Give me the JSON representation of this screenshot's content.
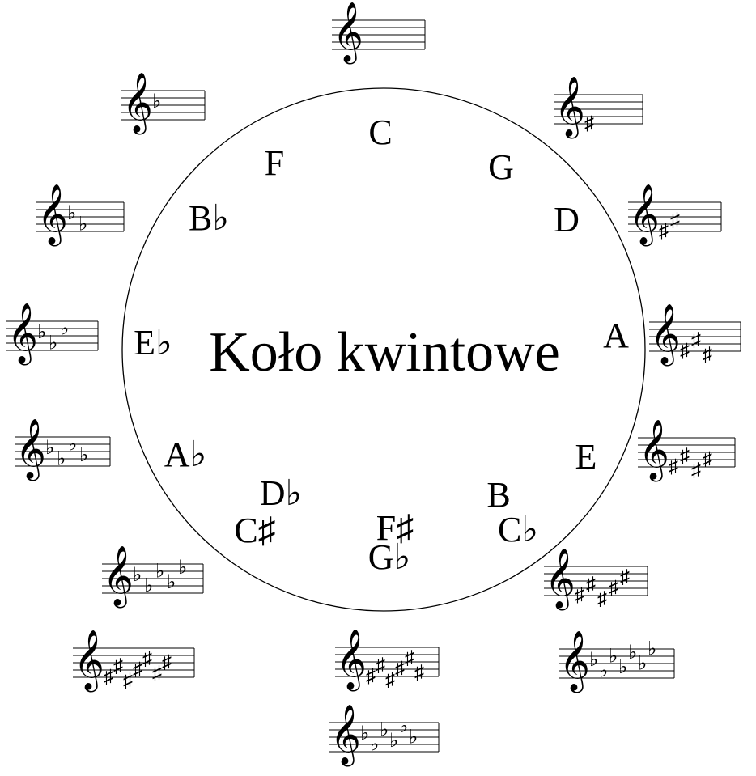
{
  "title": "Koło kwintowe",
  "circle": {
    "stroke": "#000000",
    "fill": "#ffffff"
  },
  "keys": [
    {
      "id": "c",
      "labels": [
        "C"
      ]
    },
    {
      "id": "g",
      "labels": [
        "G"
      ]
    },
    {
      "id": "d",
      "labels": [
        "D"
      ]
    },
    {
      "id": "a",
      "labels": [
        "A"
      ]
    },
    {
      "id": "e",
      "labels": [
        "E"
      ]
    },
    {
      "id": "b",
      "labels": [
        "B",
        "C♭"
      ]
    },
    {
      "id": "fs",
      "labels": [
        "F♯",
        "G♭"
      ]
    },
    {
      "id": "cs",
      "labels": [
        "C♯",
        "D♭"
      ]
    },
    {
      "id": "ab",
      "labels": [
        "A♭"
      ]
    },
    {
      "id": "eb",
      "labels": [
        "E♭"
      ]
    },
    {
      "id": "bb",
      "labels": [
        "B♭"
      ]
    },
    {
      "id": "f",
      "labels": [
        "F"
      ]
    }
  ],
  "signatures": [
    {
      "id": "sig-c",
      "type": "none",
      "count": 0
    },
    {
      "id": "sig-g",
      "type": "sharp",
      "count": 1
    },
    {
      "id": "sig-d",
      "type": "sharp",
      "count": 2
    },
    {
      "id": "sig-a",
      "type": "sharp",
      "count": 3
    },
    {
      "id": "sig-e",
      "type": "sharp",
      "count": 4
    },
    {
      "id": "sig-b",
      "type": "sharp",
      "count": 5
    },
    {
      "id": "sig-fs",
      "type": "sharp",
      "count": 6
    },
    {
      "id": "sig-cs",
      "type": "sharp",
      "count": 7
    },
    {
      "id": "sig-cb",
      "type": "flat",
      "count": 7
    },
    {
      "id": "sig-gb",
      "type": "flat",
      "count": 6
    },
    {
      "id": "sig-db",
      "type": "flat",
      "count": 5
    },
    {
      "id": "sig-ab",
      "type": "flat",
      "count": 4
    },
    {
      "id": "sig-eb",
      "type": "flat",
      "count": 3
    },
    {
      "id": "sig-bb",
      "type": "flat",
      "count": 2
    },
    {
      "id": "sig-f",
      "type": "flat",
      "count": 1
    }
  ]
}
